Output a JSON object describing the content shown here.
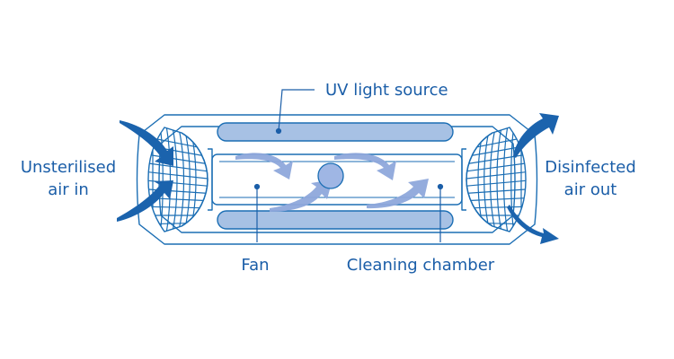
{
  "labels": {
    "uv_light_source": "UV light source",
    "unsterilised_line1": "Unsterilised",
    "unsterilised_line2": "air in",
    "disinfected_line1": "Disinfected",
    "disinfected_line2": "air out",
    "fan": "Fan",
    "cleaning_chamber": "Cleaning chamber"
  },
  "colors": {
    "outline": "#1b6eb4",
    "text": "#1b5ea8",
    "lamp_fill": "#a7c1e4",
    "flow_arrow": "#8fa8dc",
    "air_arrow": "#1b63ad",
    "fan_fill": "#9fb6e4"
  },
  "icons": {
    "inflow": "curved-arrow-icon",
    "outflow": "curved-arrow-icon",
    "fan": "fan-circle-icon"
  }
}
